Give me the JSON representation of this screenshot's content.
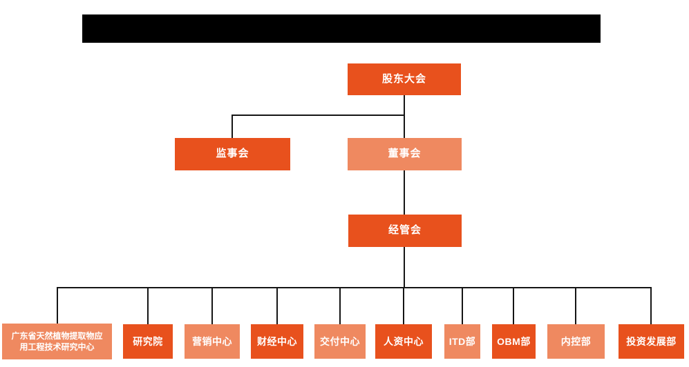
{
  "colors": {
    "primary": "#e8511d",
    "secondary": "#ef8960",
    "line": "#141414",
    "text": "#ffffff",
    "redacted": "#000000",
    "background": "#ffffff"
  },
  "nodes": {
    "shareholders": {
      "label": "股东大会",
      "tone": "primary"
    },
    "supervisory": {
      "label": "监事会",
      "tone": "primary"
    },
    "board": {
      "label": "董事会",
      "tone": "secondary"
    },
    "management": {
      "label": "经管会",
      "tone": "primary"
    }
  },
  "departments": [
    {
      "label": "广东省天然植物提取物应用工程技术研究中心",
      "label_lines": [
        "广东省天然植物提取物应",
        "用工程技术研究中心"
      ],
      "tone": "secondary"
    },
    {
      "label": "研究院",
      "tone": "primary"
    },
    {
      "label": "营销中心",
      "tone": "secondary"
    },
    {
      "label": "财经中心",
      "tone": "primary"
    },
    {
      "label": "交付中心",
      "tone": "secondary"
    },
    {
      "label": "人资中心",
      "tone": "primary"
    },
    {
      "label": "ITD部",
      "tone": "secondary"
    },
    {
      "label": "OBM部",
      "tone": "primary"
    },
    {
      "label": "内控部",
      "tone": "secondary"
    },
    {
      "label": "投资发展部",
      "tone": "primary"
    }
  ],
  "structure": {
    "edges": [
      [
        "股东大会",
        "监事会"
      ],
      [
        "股东大会",
        "董事会"
      ],
      [
        "董事会",
        "经管会"
      ],
      [
        "经管会",
        "广东省天然植物提取物应用工程技术研究中心"
      ],
      [
        "经管会",
        "研究院"
      ],
      [
        "经管会",
        "营销中心"
      ],
      [
        "经管会",
        "财经中心"
      ],
      [
        "经管会",
        "交付中心"
      ],
      [
        "经管会",
        "人资中心"
      ],
      [
        "经管会",
        "ITD部"
      ],
      [
        "经管会",
        "OBM部"
      ],
      [
        "经管会",
        "内控部"
      ],
      [
        "经管会",
        "投资发展部"
      ]
    ]
  }
}
